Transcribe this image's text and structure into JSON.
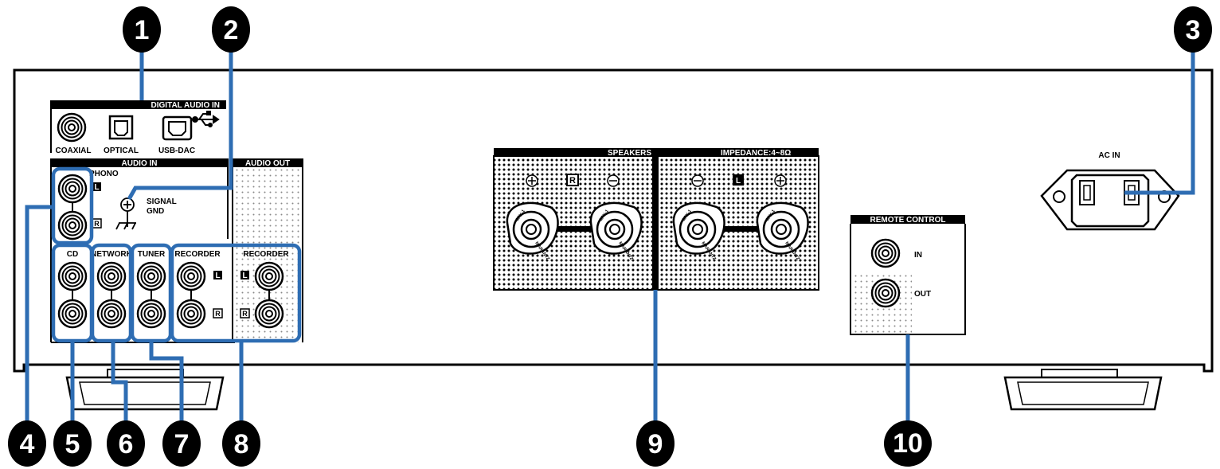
{
  "panel": {
    "digital_audio_in": {
      "header": "DIGITAL AUDIO IN",
      "usb_symbol": "usb-icon",
      "labels": [
        "COAXIAL",
        "OPTICAL",
        "USB-DAC"
      ]
    },
    "audio_in": {
      "header": "AUDIO IN",
      "phono": "PHONO",
      "signal_gnd": [
        "SIGNAL",
        "GND"
      ],
      "inputs": [
        "CD",
        "NETWORK",
        "TUNER",
        "RECORDER"
      ]
    },
    "audio_out": {
      "header": "AUDIO OUT",
      "recorder": "RECORDER"
    },
    "channels": {
      "left": "L",
      "right": "R"
    },
    "speakers": {
      "header": "SPEAKERS",
      "impedance": "IMPEDANCE:4~8Ω",
      "terminal_brand": "MARANTZ",
      "terminal_code": "SPK-1"
    },
    "ac_in": {
      "label": "AC IN"
    },
    "remote_control": {
      "header": "REMOTE CONTROL",
      "in": "IN",
      "out": "OUT"
    }
  },
  "callouts": [
    "1",
    "2",
    "3",
    "4",
    "5",
    "6",
    "7",
    "8",
    "9",
    "10"
  ],
  "colors": {
    "callout_line": "#2e6db3",
    "callout_badge": "#000000",
    "panel_outline": "#000000"
  }
}
